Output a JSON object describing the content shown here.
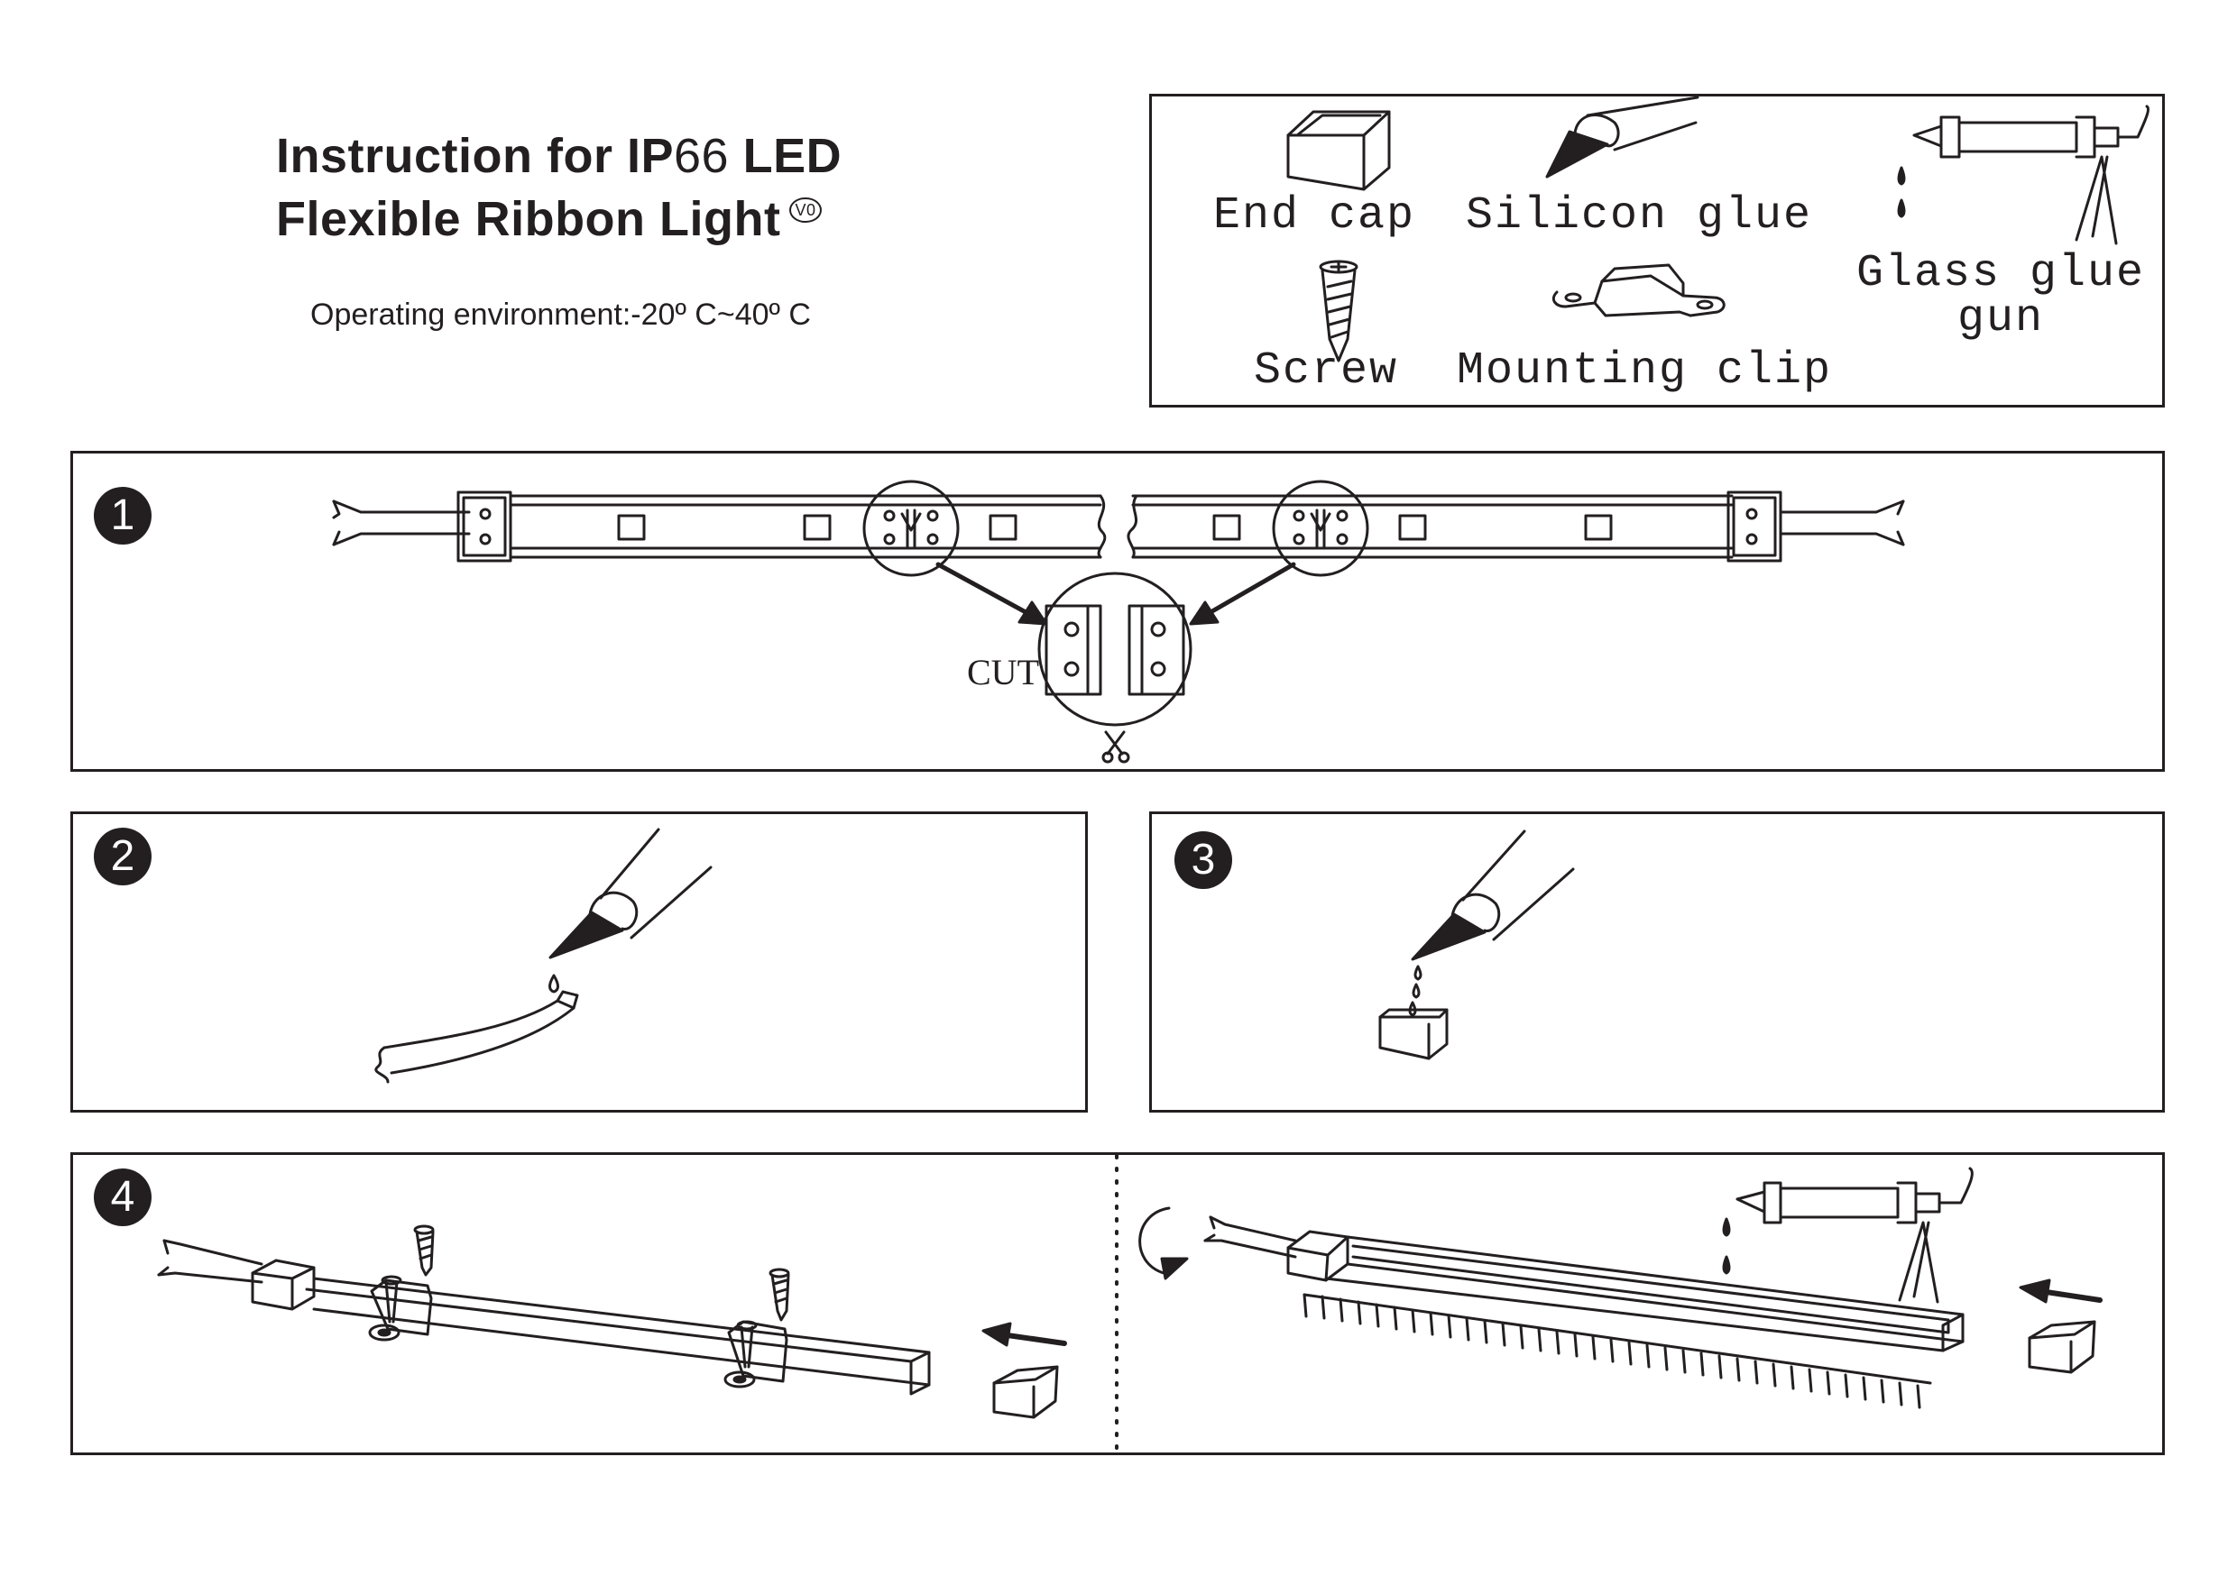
{
  "title": {
    "line1_prefix": "Instruction for IP",
    "line1_ip": "66",
    "line1_suffix": " LED",
    "line2": "Flexible Ribbon Light",
    "version_mark": "V0"
  },
  "environment": "Operating environment:-20º C~40º C",
  "legend": {
    "end_cap": "End cap",
    "silicon_glue": "Silicon glue",
    "glass_glue_gun_line1": "Glass glue",
    "glass_glue_gun_line2": "gun",
    "screw": "Screw",
    "mounting_clip": "Mounting clip"
  },
  "steps": {
    "step1": "1",
    "step2": "2",
    "step3": "3",
    "step4": "4",
    "cut_label": "CUT"
  },
  "colors": {
    "ink": "#231f20",
    "background": "#ffffff"
  }
}
